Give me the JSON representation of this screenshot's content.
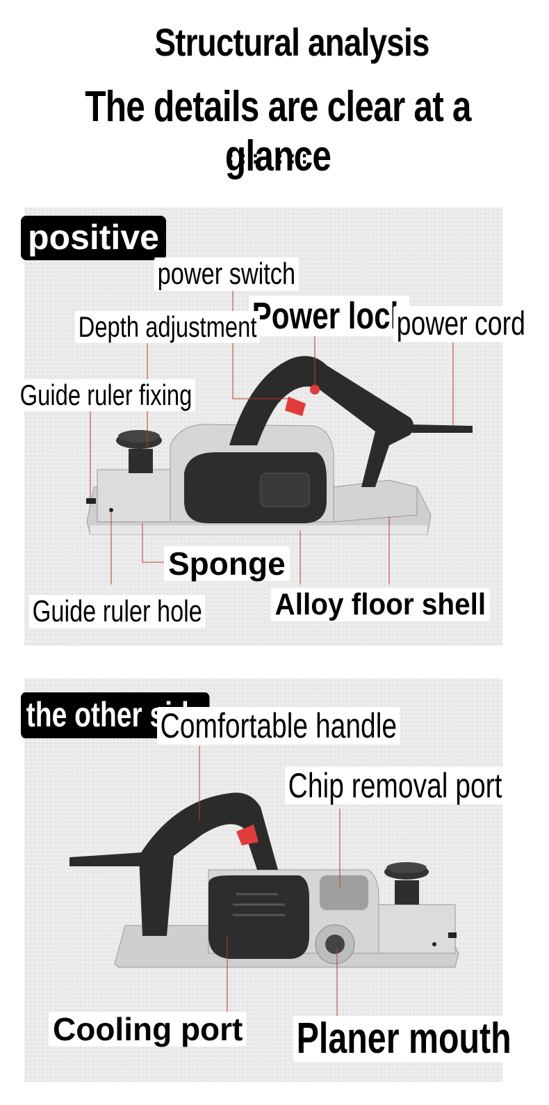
{
  "header": {
    "title_line1": "Structural analysis",
    "title_line2": "The details are clear at a glance",
    "separator": "::::::::"
  },
  "front_view": {
    "tag": "positive",
    "labels": {
      "power_switch": "power switch",
      "power_lock": "Power lock",
      "power_cord": "power cord",
      "depth_adjustment": "Depth adjustment",
      "guide_ruler_fixing": "Guide ruler fixing",
      "sponge": "Sponge",
      "guide_ruler_hole": "Guide ruler hole",
      "alloy_floor_shell": "Alloy floor shell"
    }
  },
  "back_view": {
    "tag": "the other side",
    "labels": {
      "comfortable_handle": "Comfortable handle",
      "chip_removal_port": "Chip removal port",
      "cooling_port": "Cooling port",
      "planer_mouth": "Planer mouth"
    }
  },
  "colors": {
    "leader_line": "#c0392b",
    "accent_red": "#e23b3b",
    "body_silver": "#d9d9d9",
    "body_dark": "#2b2b2b"
  }
}
